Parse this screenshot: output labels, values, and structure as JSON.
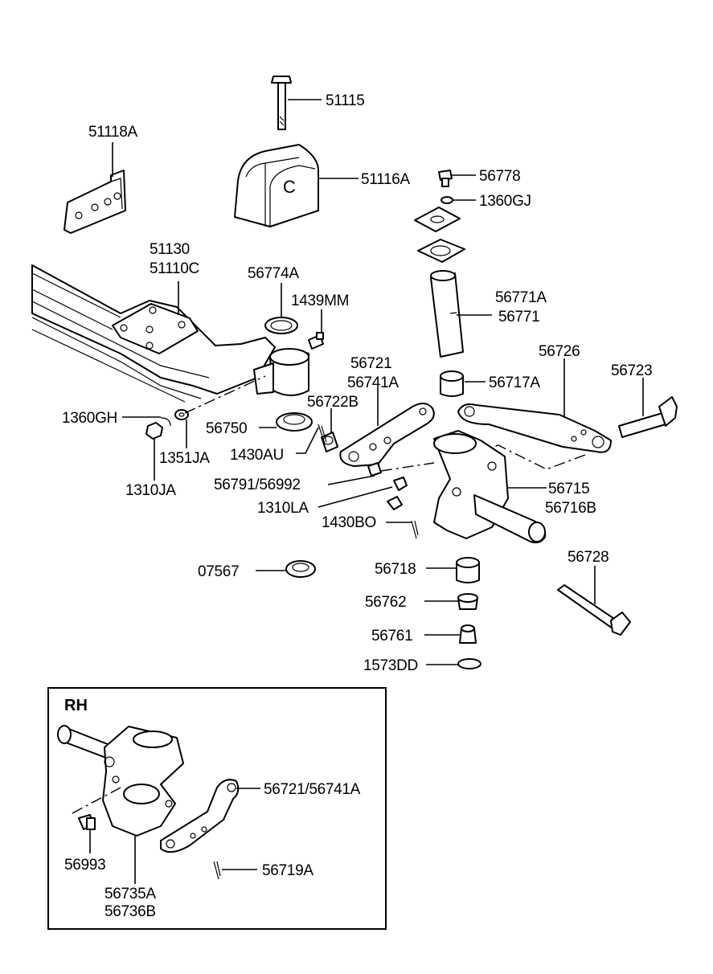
{
  "inset_title": "RH",
  "labels": {
    "p51115": "51115",
    "p51118A": "51118A",
    "p51116A": "51116A",
    "p56778": "56778",
    "p1360GJ": "1360GJ",
    "p51130": "51130",
    "p51110C": "51110C",
    "p56774A": "56774A",
    "p1439MM": "1439MM",
    "p56771A": "56771A",
    "p56771": "56771",
    "p56721": "56721",
    "p56741A": "56741A",
    "p56726": "56726",
    "p56723": "56723",
    "p56717A": "56717A",
    "p56722B": "56722B",
    "p1360GH": "1360GH",
    "p56750": "56750",
    "p1351JA": "1351JA",
    "p1430AU": "1430AU",
    "p1310JA": "1310JA",
    "p56791_56992": "56791/56992",
    "p1310LA": "1310LA",
    "p56715": "56715",
    "p56716B": "56716B",
    "p1430BO": "1430BO",
    "p07567": "07567",
    "p56718": "56718",
    "p56762": "56762",
    "p56761": "56761",
    "p1573DD": "1573DD",
    "p56728": "56728",
    "p56721_56741A": "56721/56741A",
    "p56993": "56993",
    "p56735A": "56735A",
    "p56736B": "56736B",
    "p56719A": "56719A"
  }
}
